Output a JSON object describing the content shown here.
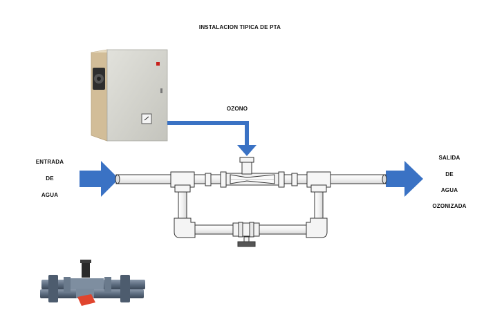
{
  "title": "INSTALACION TIPICA DE PTA",
  "labels": {
    "ozono": "OZONO",
    "entrada": [
      "ENTRADA",
      "DE",
      "AGUA"
    ],
    "salida": [
      "SALIDA",
      "DE",
      "AGUA",
      "OZONIZADA"
    ]
  },
  "colors": {
    "arrow_blue": "#3a72c4",
    "cabinet_beige": "#d9c7a8",
    "cabinet_door": "#d6d6d0",
    "valve_red": "#e0452e",
    "pvc_gray": "#5d6d80"
  }
}
